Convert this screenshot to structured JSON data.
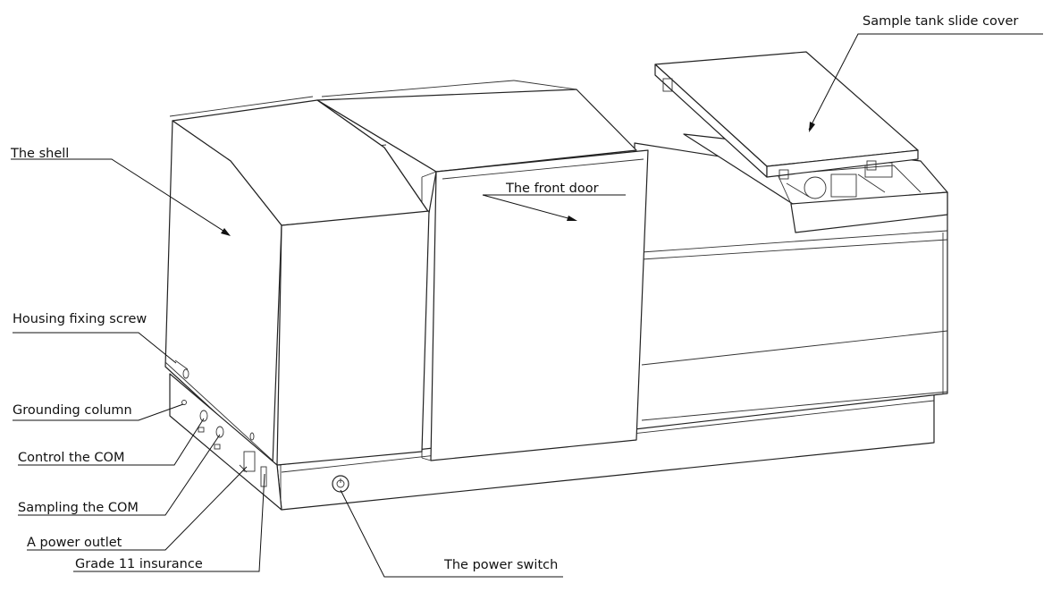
{
  "labels": {
    "slide_cover": "Sample tank slide cover",
    "shell": "The shell",
    "front_door": "The front door",
    "housing_screw": "Housing fixing screw",
    "grounding": "Grounding column",
    "control_com": "Control the COM",
    "sampling_com": "Sampling the COM",
    "power_outlet": "A power outlet",
    "insurance": "Grade 11 insurance",
    "power_switch": "The power switch"
  }
}
